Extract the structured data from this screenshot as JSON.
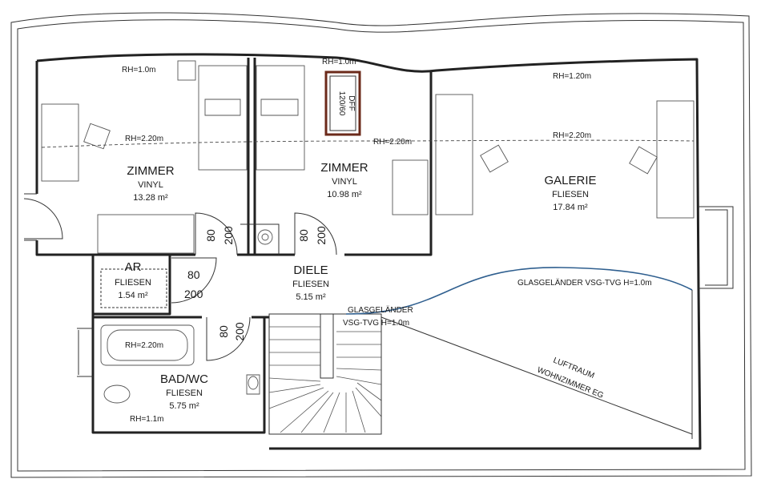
{
  "rooms": {
    "zimmer1": {
      "name": "ZIMMER",
      "floor": "VINYL",
      "area": "13.28 m²"
    },
    "zimmer2": {
      "name": "ZIMMER",
      "floor": "VINYL",
      "area": "10.98 m²"
    },
    "galerie": {
      "name": "GALERIE",
      "floor": "FLIESEN",
      "area": "17.84 m²"
    },
    "diele": {
      "name": "DIELE",
      "floor": "FLIESEN",
      "area": "5.15 m²"
    },
    "ar": {
      "name": "AR",
      "floor": "FLIESEN",
      "area": "1.54 m²"
    },
    "bad": {
      "name": "BAD/WC",
      "floor": "FLIESEN",
      "area": "5.75 m²"
    }
  },
  "ceiling_heights": {
    "z1_low": "RH=1.0m",
    "z2_low": "RH=1.0m",
    "galerie_low": "RH=1.20m",
    "z1_mid": "RH=2.20m",
    "z2_mid": "RH=2.20m",
    "galerie_mid": "RH=2.20m",
    "bad_tub": "RH=2.20m",
    "bad_low": "RH=1.1m"
  },
  "skylight": {
    "label": "DFF",
    "size": "120/60"
  },
  "doors": {
    "z1": {
      "width": "80",
      "height": "200"
    },
    "z2": {
      "width": "80",
      "height": "200"
    },
    "ar": {
      "width": "80",
      "height": "200"
    },
    "bad": {
      "width": "80",
      "height": "200"
    }
  },
  "notes": {
    "railing_right": "GLASGELÄNDER VSG-TVG H=1.0m",
    "railing_stair_1": "GLASGELÄNDER",
    "railing_stair_2": "VSG-TVG H=1.0m",
    "void_1": "LUFTRAUM",
    "void_2": "WOHNZIMMER EG"
  },
  "colors": {
    "railing": "#2f5f8f",
    "skylight_frame": "#6b2a1a"
  }
}
